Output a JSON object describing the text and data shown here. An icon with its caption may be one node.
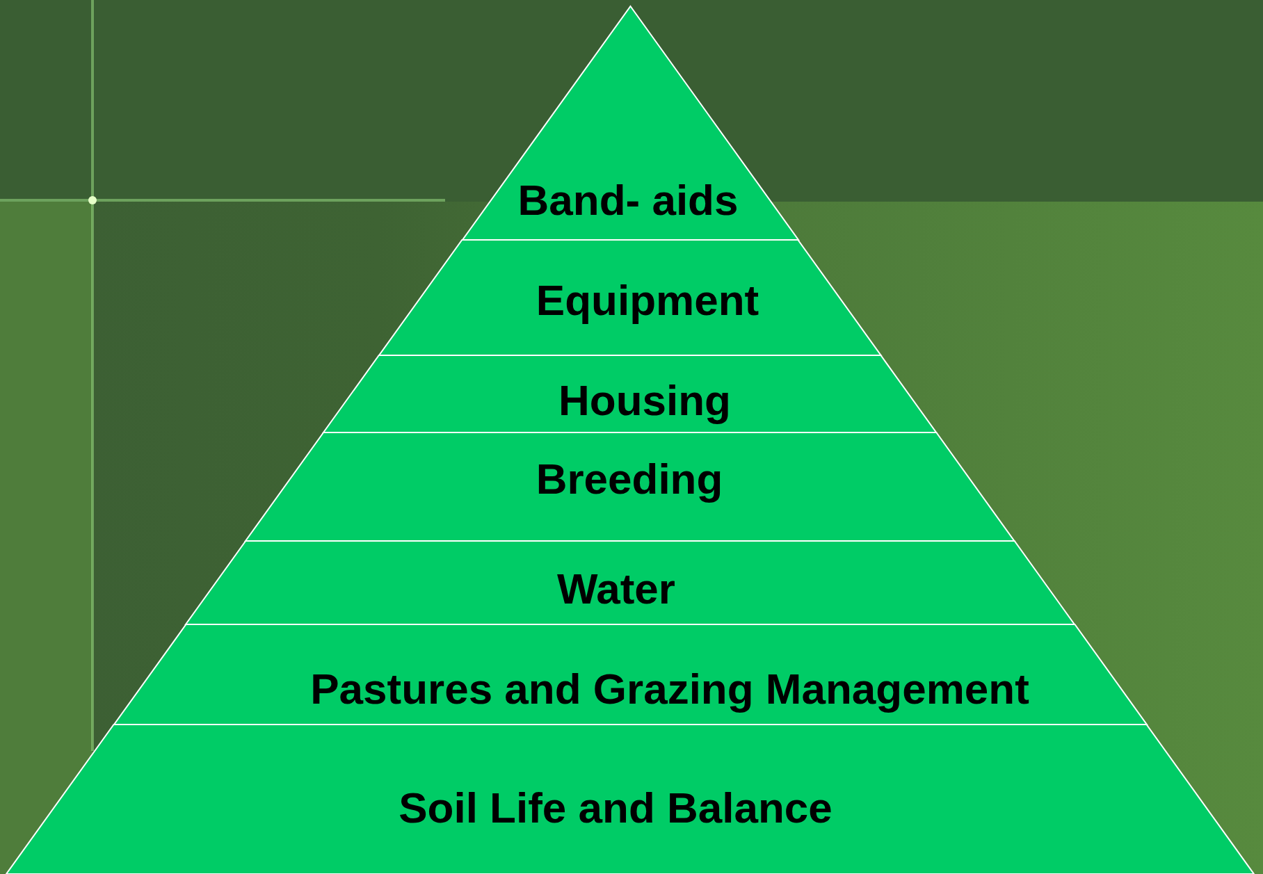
{
  "diagram": {
    "nodes": [
      {
        "text": [
          "Band- aids"
        ]
      },
      {
        "text": [
          "Equipment"
        ]
      },
      {
        "text": [
          "Housing"
        ]
      },
      {
        "text": [
          "Breeding"
        ]
      },
      {
        "text": [
          "Water"
        ]
      },
      {
        "text": [
          "Pastures and Grazing Management"
        ]
      },
      {
        "text": [
          "Soil Life and Balance"
        ]
      }
    ]
  }
}
